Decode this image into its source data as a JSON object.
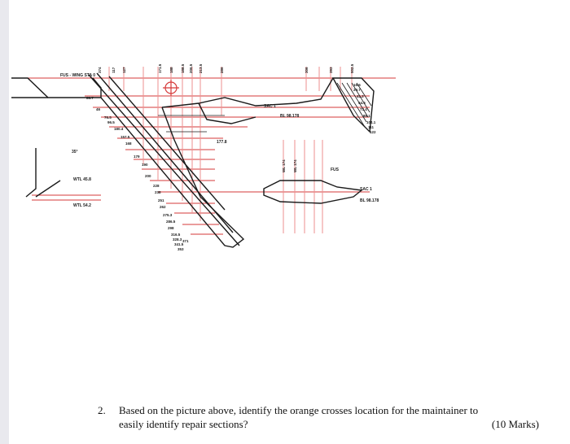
{
  "question": {
    "number": "2.",
    "line1": "Based on the picture above, identify the orange crosses location for the maintainer to",
    "line2": "easily identify repair sections?",
    "marks": "(10 Marks)"
  },
  "figure": {
    "top_ruler_labels": [
      "374",
      "117",
      "127",
      "171.5",
      "188",
      "188.5",
      "206.5",
      "213.5",
      "286",
      "306",
      "393",
      "502.5"
    ],
    "wing_station_labels": [
      "88.7",
      "46",
      "76.5",
      "96.5",
      "180.4",
      "157.5",
      "168",
      "179",
      "190",
      "200",
      "228",
      "238",
      "251",
      "262",
      "275.3",
      "286.5",
      "298",
      "316.5",
      "328.3",
      "341.5",
      "353",
      "371"
    ],
    "right_station_labels": [
      "16.5",
      "29.7",
      "41.2",
      "54.5",
      "73.4",
      "89.1",
      "104.1",
      "111",
      "122"
    ],
    "centerline_label": "FUS - WING STA 0",
    "wl_labels": [
      "WL 174",
      "WL 174"
    ],
    "annotation_labels": [
      "SAC 1",
      "BL 98.178",
      "BL 98.178",
      "FUS",
      "SAC 1",
      "35°",
      "177.8"
    ],
    "side_labels": [
      "WTL 45.8",
      "WTL 54.2"
    ]
  },
  "colors": {
    "ink": "#1a1a1a",
    "red": "#d63a3a",
    "red_light": "#ee8f8f",
    "background": "#ffffff",
    "sidebar": "#e9e9ee"
  }
}
